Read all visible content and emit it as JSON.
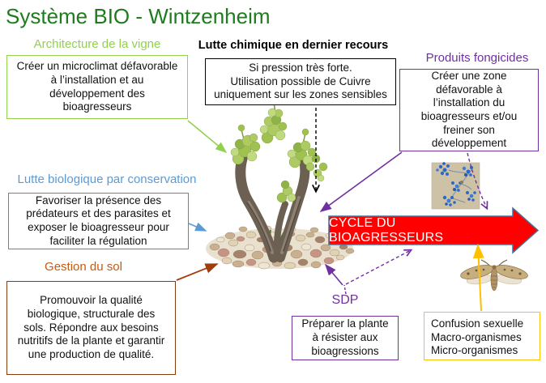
{
  "title": "Système BIO - Wintzenheim",
  "boxes": {
    "architecture": {
      "heading": "Architecture de la vigne",
      "body": "Créer un microclimat défavorable\nà l’installation et au\ndéveloppement des\nbioagresseurs"
    },
    "lutte_chimique": {
      "heading": "Lutte chimique en dernier recours",
      "body": "Si pression très forte.\nUtilisation possible de Cuivre\nuniquement sur les zones sensibles"
    },
    "produits_fongicides": {
      "heading": "Produits fongicides",
      "body": "Créer une zone\ndéfavorable à\nl’installation du\nbioagresseurs et/ou\nfreiner son\ndéveloppement"
    },
    "lutte_biologique": {
      "heading": "Lutte biologique par conservation",
      "body": "Favoriser la présence des\nprédateurs et des parasites et\nexposer le bioagresseur pour\nfaciliter la régulation"
    },
    "gestion_sol": {
      "heading": "Gestion du sol",
      "body": "Promouvoir la qualité\nbiologique, structurale des\nsols. Répondre aux besoins\nnutritifs de la plante et garantir\nune production de qualité."
    },
    "sdp": {
      "heading": "SDP",
      "body": "Préparer la plante\nà résister aux\nbioagressions"
    },
    "confusion": {
      "lines": [
        "Confusion sexuelle",
        "Macro-organismes",
        "Micro-organismes"
      ]
    }
  },
  "cycle_arrow": {
    "label": "CYCLE DU BIOAGRESSEURS",
    "fill": "#FF0000",
    "outline": "#41719C"
  },
  "colors": {
    "title_green": "#1E7C1E",
    "light_green": "#92D050",
    "blue": "#5B9BD5",
    "brown_heading": "#C55A11",
    "brown_border": "#843C0C",
    "purple": "#7030A0",
    "yellow": "#FFC000",
    "gray": "#7F7F7F",
    "red": "#FF0000"
  },
  "images": {
    "vine": "grapevine-on-stony-soil-illustration",
    "mildew": "blue-stained-mildew-micrograph",
    "moth": "grape-berry-moth"
  }
}
